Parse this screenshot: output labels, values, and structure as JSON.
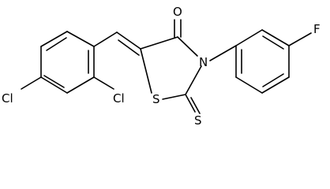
{
  "molecule": {
    "atoms": {
      "oxygen": "O",
      "nitrogen": "N",
      "sulfur_ring": "S",
      "sulfur_thione": "S",
      "fluorine": "F",
      "chlorine_4": "Cl",
      "chlorine_2": "Cl"
    }
  }
}
